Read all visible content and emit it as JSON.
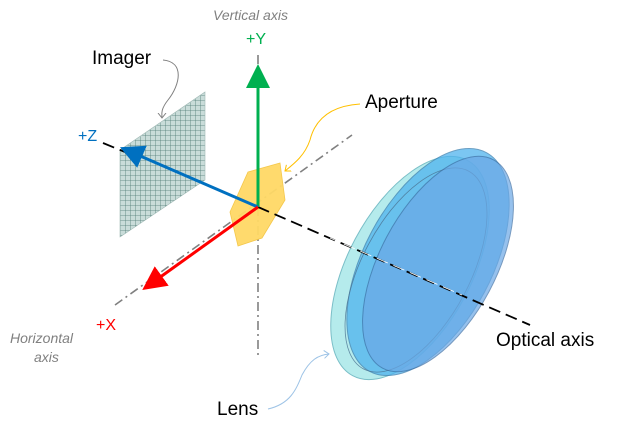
{
  "title": "Camera coordinate system diagram",
  "labels": {
    "vertical_axis": "Vertical axis",
    "horizontal_axis_line1": "Horizontal",
    "horizontal_axis_line2": "axis",
    "plus_y": "+Y",
    "plus_z": "+Z",
    "plus_x": "+X",
    "imager": "Imager",
    "aperture": "Aperture",
    "optical_axis": "Optical axis",
    "lens": "Lens"
  },
  "colors": {
    "y_axis": "#00b050",
    "z_axis": "#0070c0",
    "x_axis": "#ff0000",
    "aperture_fill": "#ffd966",
    "aperture_leader": "#ffc000",
    "imager_fill": "#c9dcd9",
    "imager_grid": "#4f7a74",
    "lens_front": "#aee9ea",
    "lens_back": "#5b9bd5",
    "lens_mid": "#4fb3ee",
    "axis_label_gray": "#808080",
    "lens_leader": "#9dc3e6"
  }
}
